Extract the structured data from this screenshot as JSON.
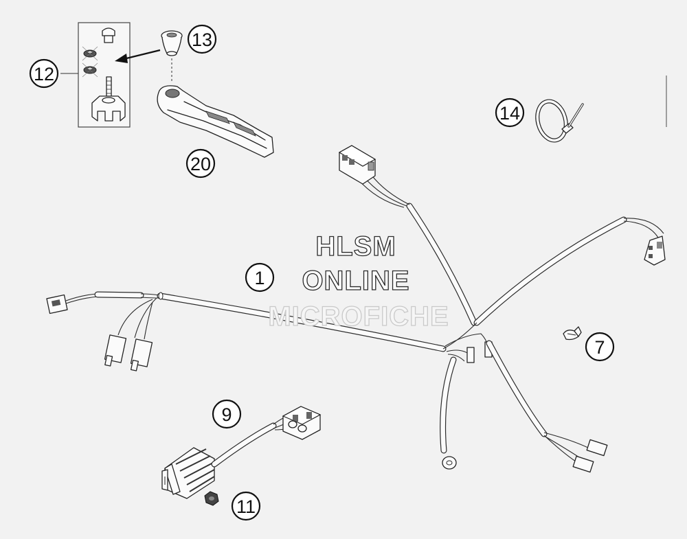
{
  "watermark": {
    "line1": "HLSM",
    "line2": "ONLINE",
    "line3": "MICROFICHE"
  },
  "callouts": [
    {
      "id": "c1",
      "label": "1"
    },
    {
      "id": "c7",
      "label": "7"
    },
    {
      "id": "c9",
      "label": "9"
    },
    {
      "id": "c11",
      "label": "11"
    },
    {
      "id": "c12",
      "label": "12"
    },
    {
      "id": "c13",
      "label": "13"
    },
    {
      "id": "c14",
      "label": "14"
    },
    {
      "id": "c20",
      "label": "20"
    }
  ],
  "parts": {
    "p1": "wiring-harness",
    "p7": "cable-clip",
    "p9": "voltage-regulator",
    "p11": "regulator-screw",
    "p12": "terminal-kit",
    "p13": "rubber-cap",
    "p14": "cable-tie",
    "p20": "terminal-cover"
  }
}
